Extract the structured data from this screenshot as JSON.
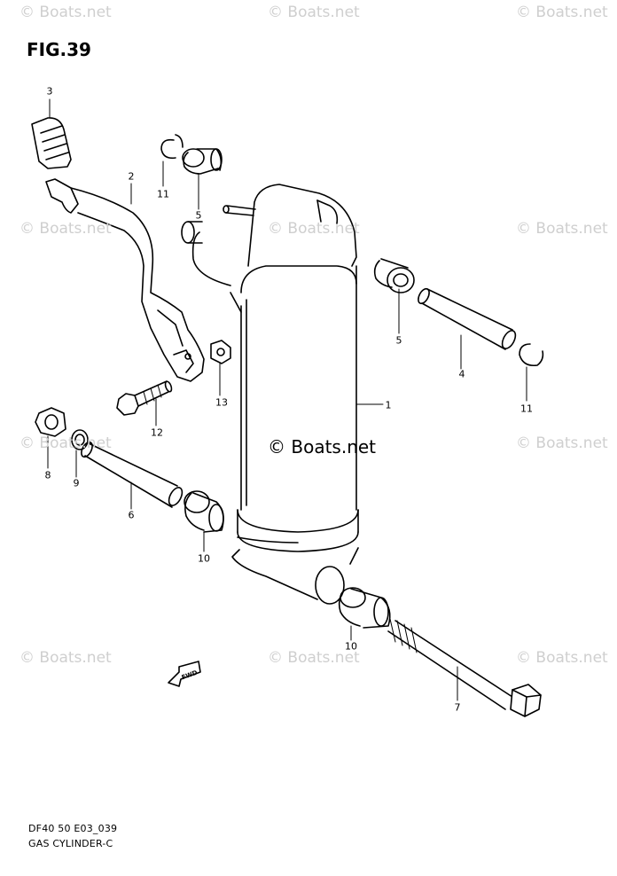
{
  "figure_title": "FIG.39",
  "footer": {
    "line1": "DF40 50 E03_039",
    "line2": "GAS CYLINDER-C"
  },
  "watermark": "© Boats.net",
  "fwd_arrow_text": "FWD",
  "callouts": [
    "1",
    "2",
    "3",
    "4",
    "5",
    "5",
    "6",
    "7",
    "8",
    "9",
    "10",
    "10",
    "11",
    "11",
    "12",
    "13"
  ]
}
